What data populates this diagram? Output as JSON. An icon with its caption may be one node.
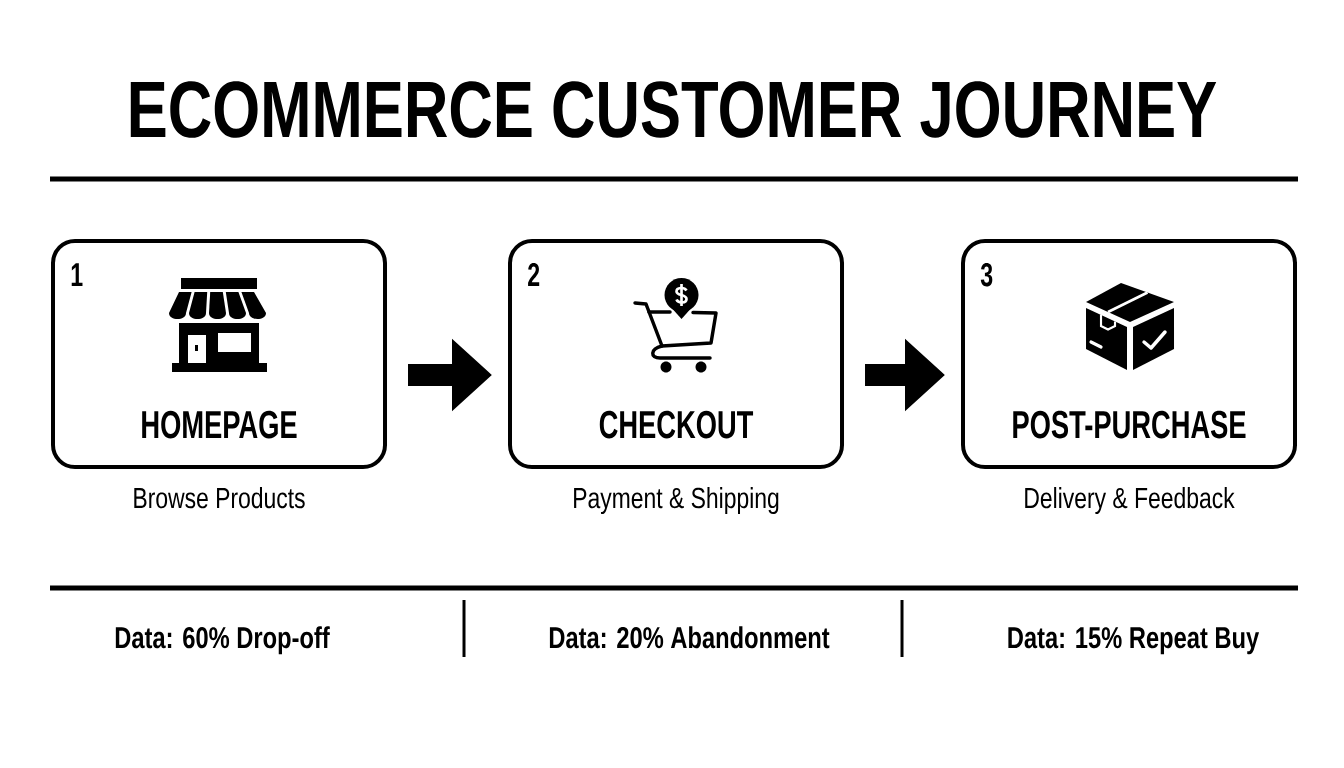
{
  "diagram": {
    "title": "ECOMMERCE CUSTOMER JOURNEY",
    "nodes": [
      {
        "text": [
          "1",
          "HOMEPAGE"
        ],
        "beside": [
          "Browse Products"
        ]
      },
      {
        "text": [
          "2",
          "CHECKOUT"
        ],
        "beside": [
          "Payment & Shipping"
        ]
      },
      {
        "text": [
          "3",
          "POST-PURCHASE"
        ],
        "beside": [
          "Delivery & Feedback"
        ]
      }
    ],
    "edges": [
      {
        "from": 0,
        "to": 1,
        "arrow": "to"
      },
      {
        "from": 1,
        "to": 2,
        "arrow": "to"
      }
    ],
    "labels": [
      "Data: 60% Drop-off",
      "Data: 20% Abandonment",
      "Data: 15% Repeat Buy"
    ]
  }
}
